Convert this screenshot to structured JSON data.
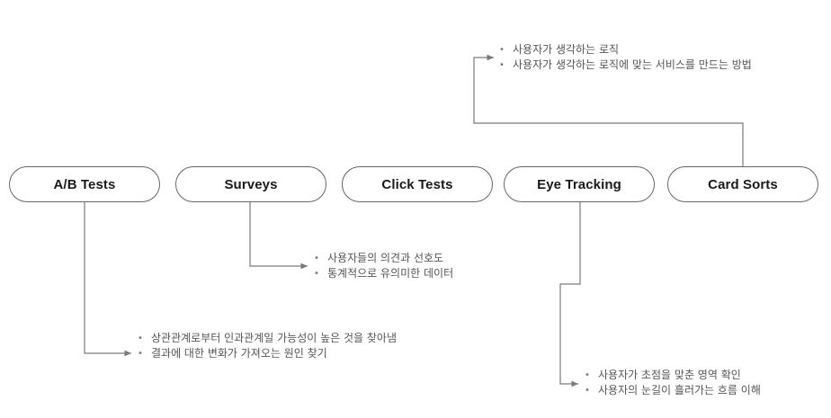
{
  "methods": [
    {
      "id": "ab",
      "label": "A/B Tests"
    },
    {
      "id": "surveys",
      "label": "Surveys"
    },
    {
      "id": "click",
      "label": "Click Tests"
    },
    {
      "id": "eye",
      "label": "Eye Tracking"
    },
    {
      "id": "card",
      "label": "Card Sorts"
    }
  ],
  "notes": {
    "card": [
      "사용자가 생각하는 로직",
      "사용자가 생각하는 로직에 맞는 서비스를 만드는 방법"
    ],
    "surveys": [
      "사용자들의 의견과 선호도",
      "통계적으로 유의미한 데이터"
    ],
    "ab": [
      "상관관계로부터 인과관계일 가능성이 높은 것을 찾아냄",
      "결과에 대한 변화가 가져오는 원인 찾기"
    ],
    "eye": [
      "사용자가 초점을 맞춘 영역 확인",
      "사용자의 눈길이 흘러가는 흐름 이해"
    ]
  },
  "colors": {
    "line": "#7a7a7a",
    "border": "#666666",
    "text": "#1a1a1a",
    "note_text": "#555555"
  }
}
